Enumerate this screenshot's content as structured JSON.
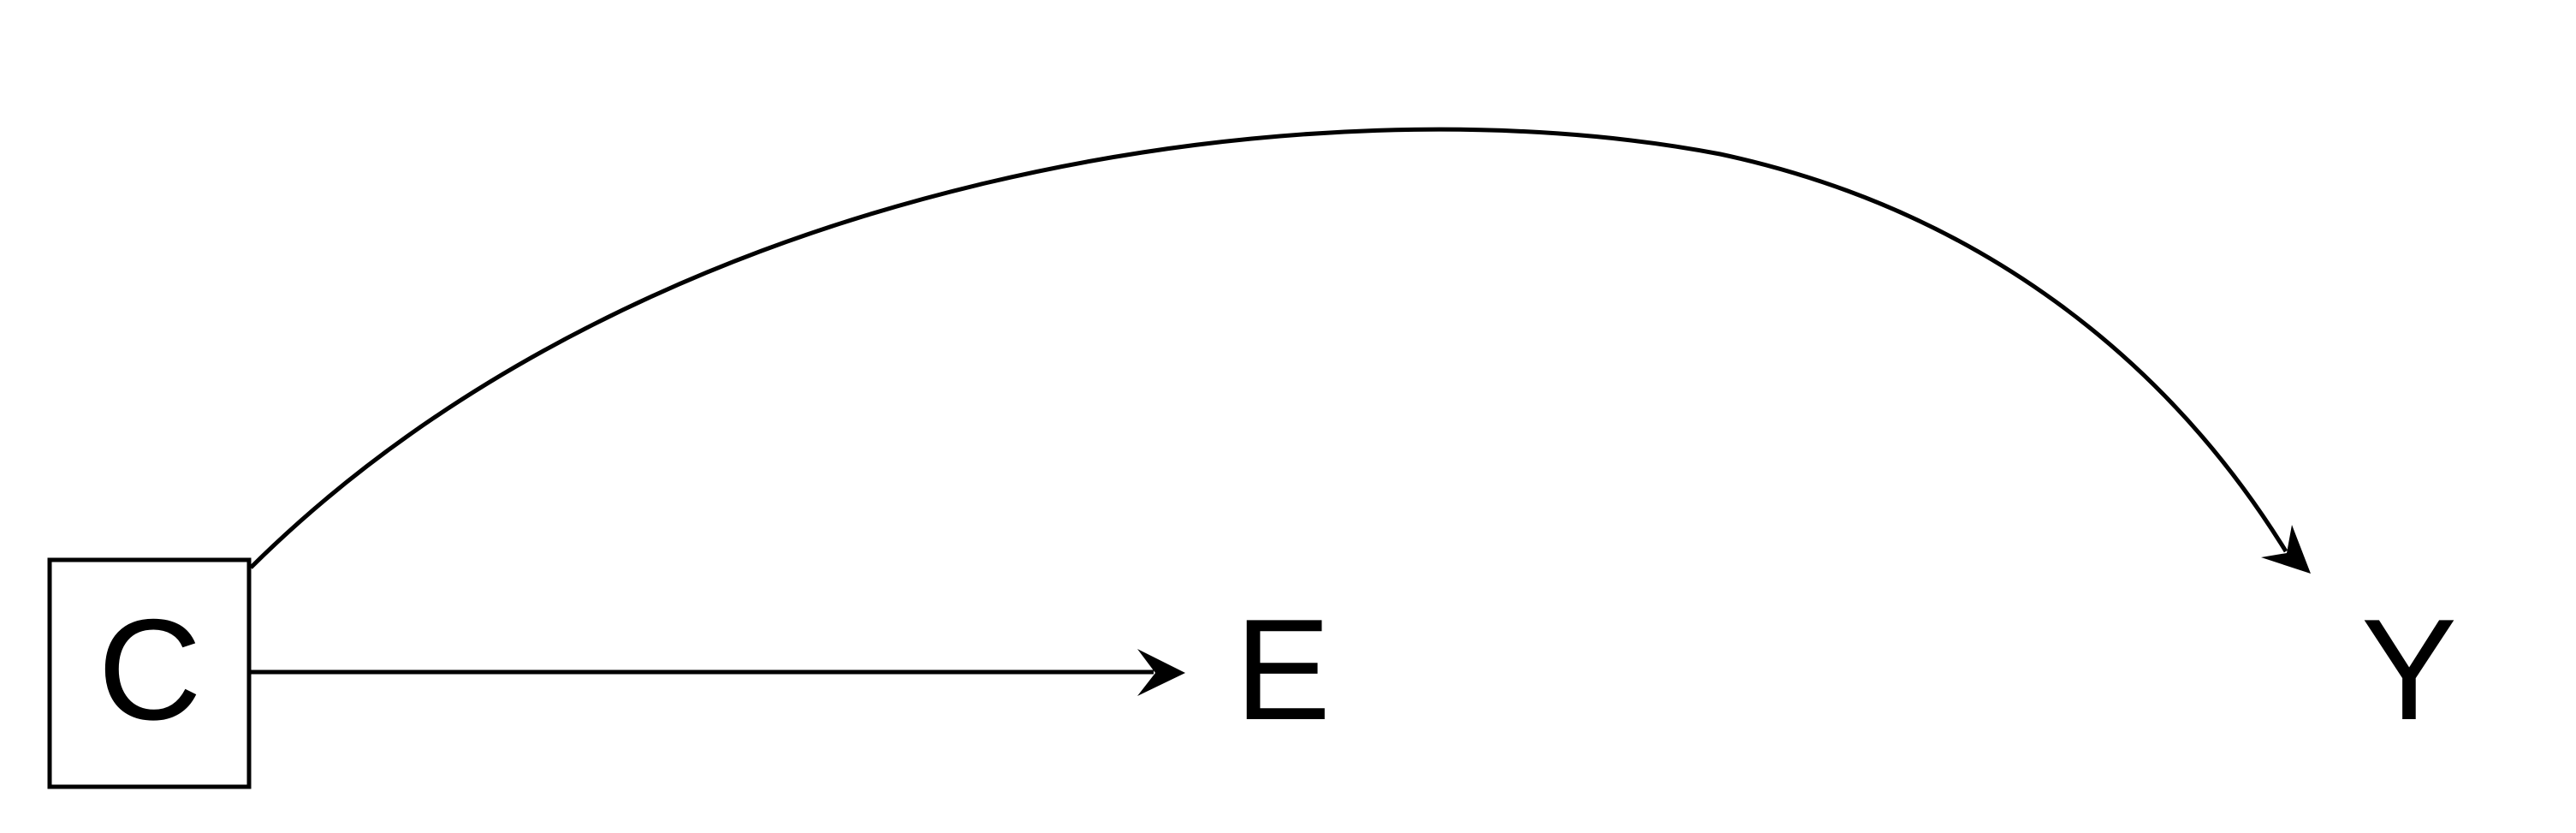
{
  "diagram": {
    "nodes": [
      {
        "id": "C",
        "label": "C",
        "boxed": true
      },
      {
        "id": "E",
        "label": "E",
        "boxed": false
      },
      {
        "id": "Y",
        "label": "Y",
        "boxed": false
      }
    ],
    "edges": [
      {
        "from": "C",
        "to": "E",
        "shape": "straight"
      },
      {
        "from": "C",
        "to": "Y",
        "shape": "curved"
      }
    ],
    "colors": {
      "stroke": "#000000",
      "background": "#ffffff"
    }
  }
}
